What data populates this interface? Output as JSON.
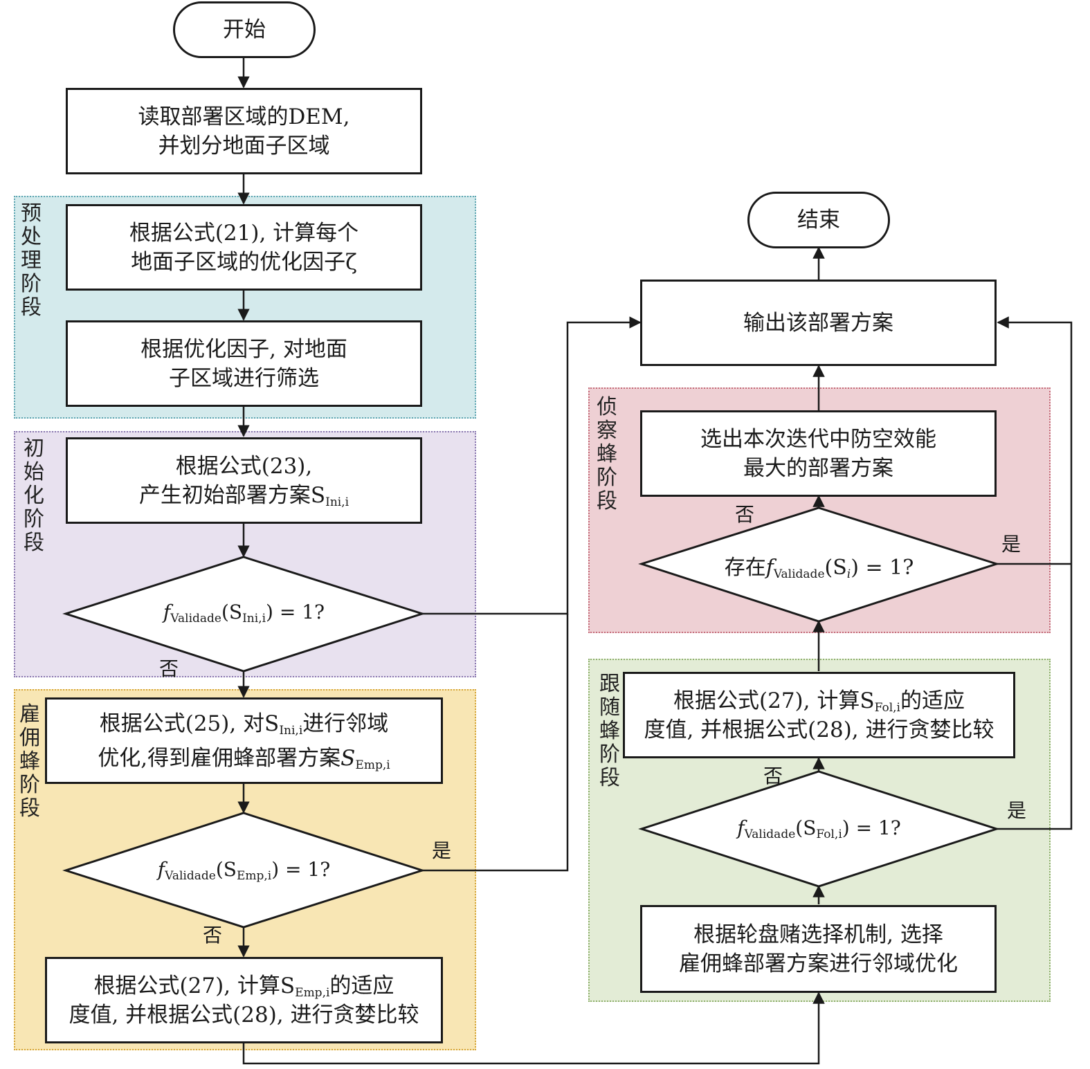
{
  "colors": {
    "preprocess_bg": "#d4eaec",
    "preprocess_border": "#5fa6b2",
    "init_bg": "#e8e1ef",
    "init_border": "#8a78b0",
    "employed_bg": "#f8e6b4",
    "employed_border": "#d6a63a",
    "scout_bg": "#eed0d4",
    "scout_border": "#c46a78",
    "follower_bg": "#e3ecd6",
    "follower_border": "#8eb06c"
  },
  "phases": {
    "preprocess": "预处理阶段",
    "init": "初始化阶段",
    "employed": "雇佣蜂阶段",
    "scout": "侦察蜂阶段",
    "follower": "跟随蜂阶段"
  },
  "nodes": {
    "start": "开始",
    "end": "结束",
    "read_dem": {
      "line1": "读取部署区域的DEM,",
      "line2": "并划分地面子区域"
    },
    "compute_factor": {
      "line1": "根据公式(21), 计算每个",
      "line2": "地面子区域的优化因子ζ"
    },
    "filter": {
      "line1": "根据优化因子, 对地面",
      "line2": "子区域进行筛选"
    },
    "init_scheme": {
      "line1": "根据公式(23),",
      "line2_pre": "产生初始部署方案S",
      "line2_sub": "Ini,i"
    },
    "check_ini": {
      "f": "f",
      "sub": "Validade",
      "mid": "(S",
      "arg_sub": "Ini,i",
      "post": ") = 1?"
    },
    "neighbor_opt": {
      "l1_pre": "根据公式(25), 对S",
      "l1_sub": "Ini,i",
      "l1_post": "进行邻域",
      "l2_pre": "优化,得到雇佣蜂部署方案",
      "l2_s": "S",
      "l2_sub": "Emp,i"
    },
    "check_emp": {
      "f": "f",
      "sub": "Validade",
      "mid": "(S",
      "arg_sub": "Emp,i",
      "post": ") = 1?"
    },
    "fitness_emp": {
      "l1_pre": "根据公式(27), 计算S",
      "l1_sub": "Emp,i",
      "l1_post": "的适应",
      "l2": "度值, 并根据公式(28), 进行贪婪比较"
    },
    "roulette": {
      "line1": "根据轮盘赌选择机制, 选择",
      "line2": "雇佣蜂部署方案进行邻域优化"
    },
    "check_fol": {
      "f": "f",
      "sub": "Validade",
      "mid": "(S",
      "arg_sub": "Fol,i",
      "post": ") = 1?"
    },
    "fitness_fol": {
      "l1_pre": "根据公式(27), 计算S",
      "l1_sub": "Fol,i",
      "l1_post": "的适应",
      "l2": "度值, 并根据公式(28), 进行贪婪比较"
    },
    "check_exist": {
      "pre": "存在",
      "f": "f",
      "sub": "Validade",
      "mid": "(S",
      "arg_sub": "i",
      "post": ") = 1?"
    },
    "select_best": {
      "line1": "选出本次迭代中防空效能",
      "line2": "最大的部署方案"
    },
    "output": "输出该部署方案"
  },
  "edge_labels": {
    "no_ini": "否",
    "yes_emp": "是",
    "no_emp": "否",
    "yes_fol": "是",
    "no_fol": "否",
    "yes_exist": "是",
    "no_exist": "否"
  }
}
